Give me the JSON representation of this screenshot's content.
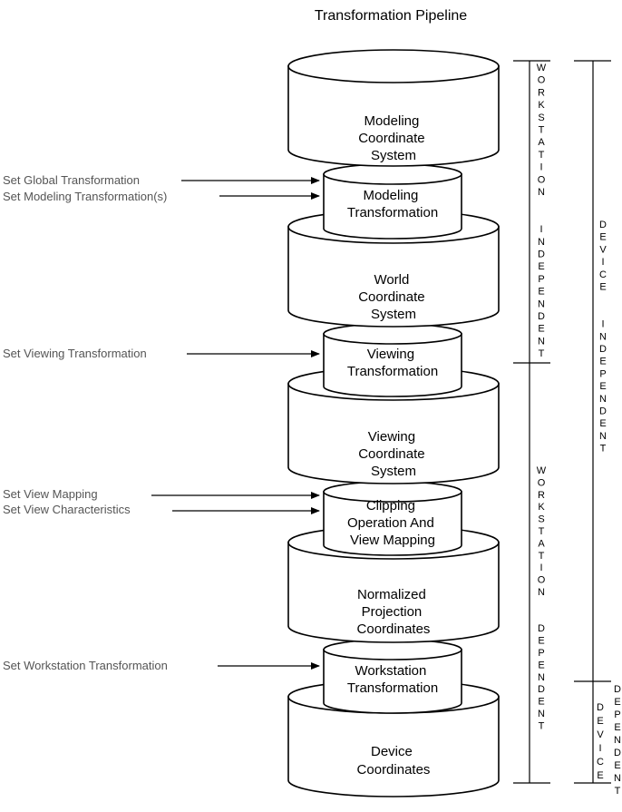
{
  "title": "Transformation Pipeline",
  "stages": [
    {
      "kind": "large",
      "lines": [
        "Modeling",
        "Coordinate",
        "System"
      ]
    },
    {
      "kind": "small",
      "lines": [
        "Modeling",
        "Transformation"
      ]
    },
    {
      "kind": "large",
      "lines": [
        "World",
        "Coordinate",
        "System"
      ]
    },
    {
      "kind": "small",
      "lines": [
        "Viewing",
        "Transformation"
      ]
    },
    {
      "kind": "large",
      "lines": [
        "Viewing",
        "Coordinate",
        "System"
      ]
    },
    {
      "kind": "small",
      "lines": [
        "Clipping",
        "Operation And",
        "View Mapping"
      ]
    },
    {
      "kind": "large",
      "lines": [
        "Normalized",
        "Projection",
        "Coordinates"
      ]
    },
    {
      "kind": "small",
      "lines": [
        "Workstation",
        "Transformation"
      ]
    },
    {
      "kind": "large",
      "lines": [
        "Device",
        "Coordinates"
      ]
    }
  ],
  "calls": [
    "Set Global Transformation",
    "Set Modeling Transformation(s)",
    "Set Viewing Transformation",
    "Set View Mapping",
    "Set View Characteristics",
    "Set Workstation Transformation"
  ],
  "brackets": {
    "workstation_independent": "WORKSTATION INDEPENDENT",
    "workstation_dependent": "WORKSTATION DEPENDENT",
    "device_independent": "DEVICE INDEPENDENT",
    "device": "DEVICE",
    "dependent": "DEPENDENT"
  },
  "colors": {
    "line": "#000000",
    "call_text": "#555555"
  }
}
